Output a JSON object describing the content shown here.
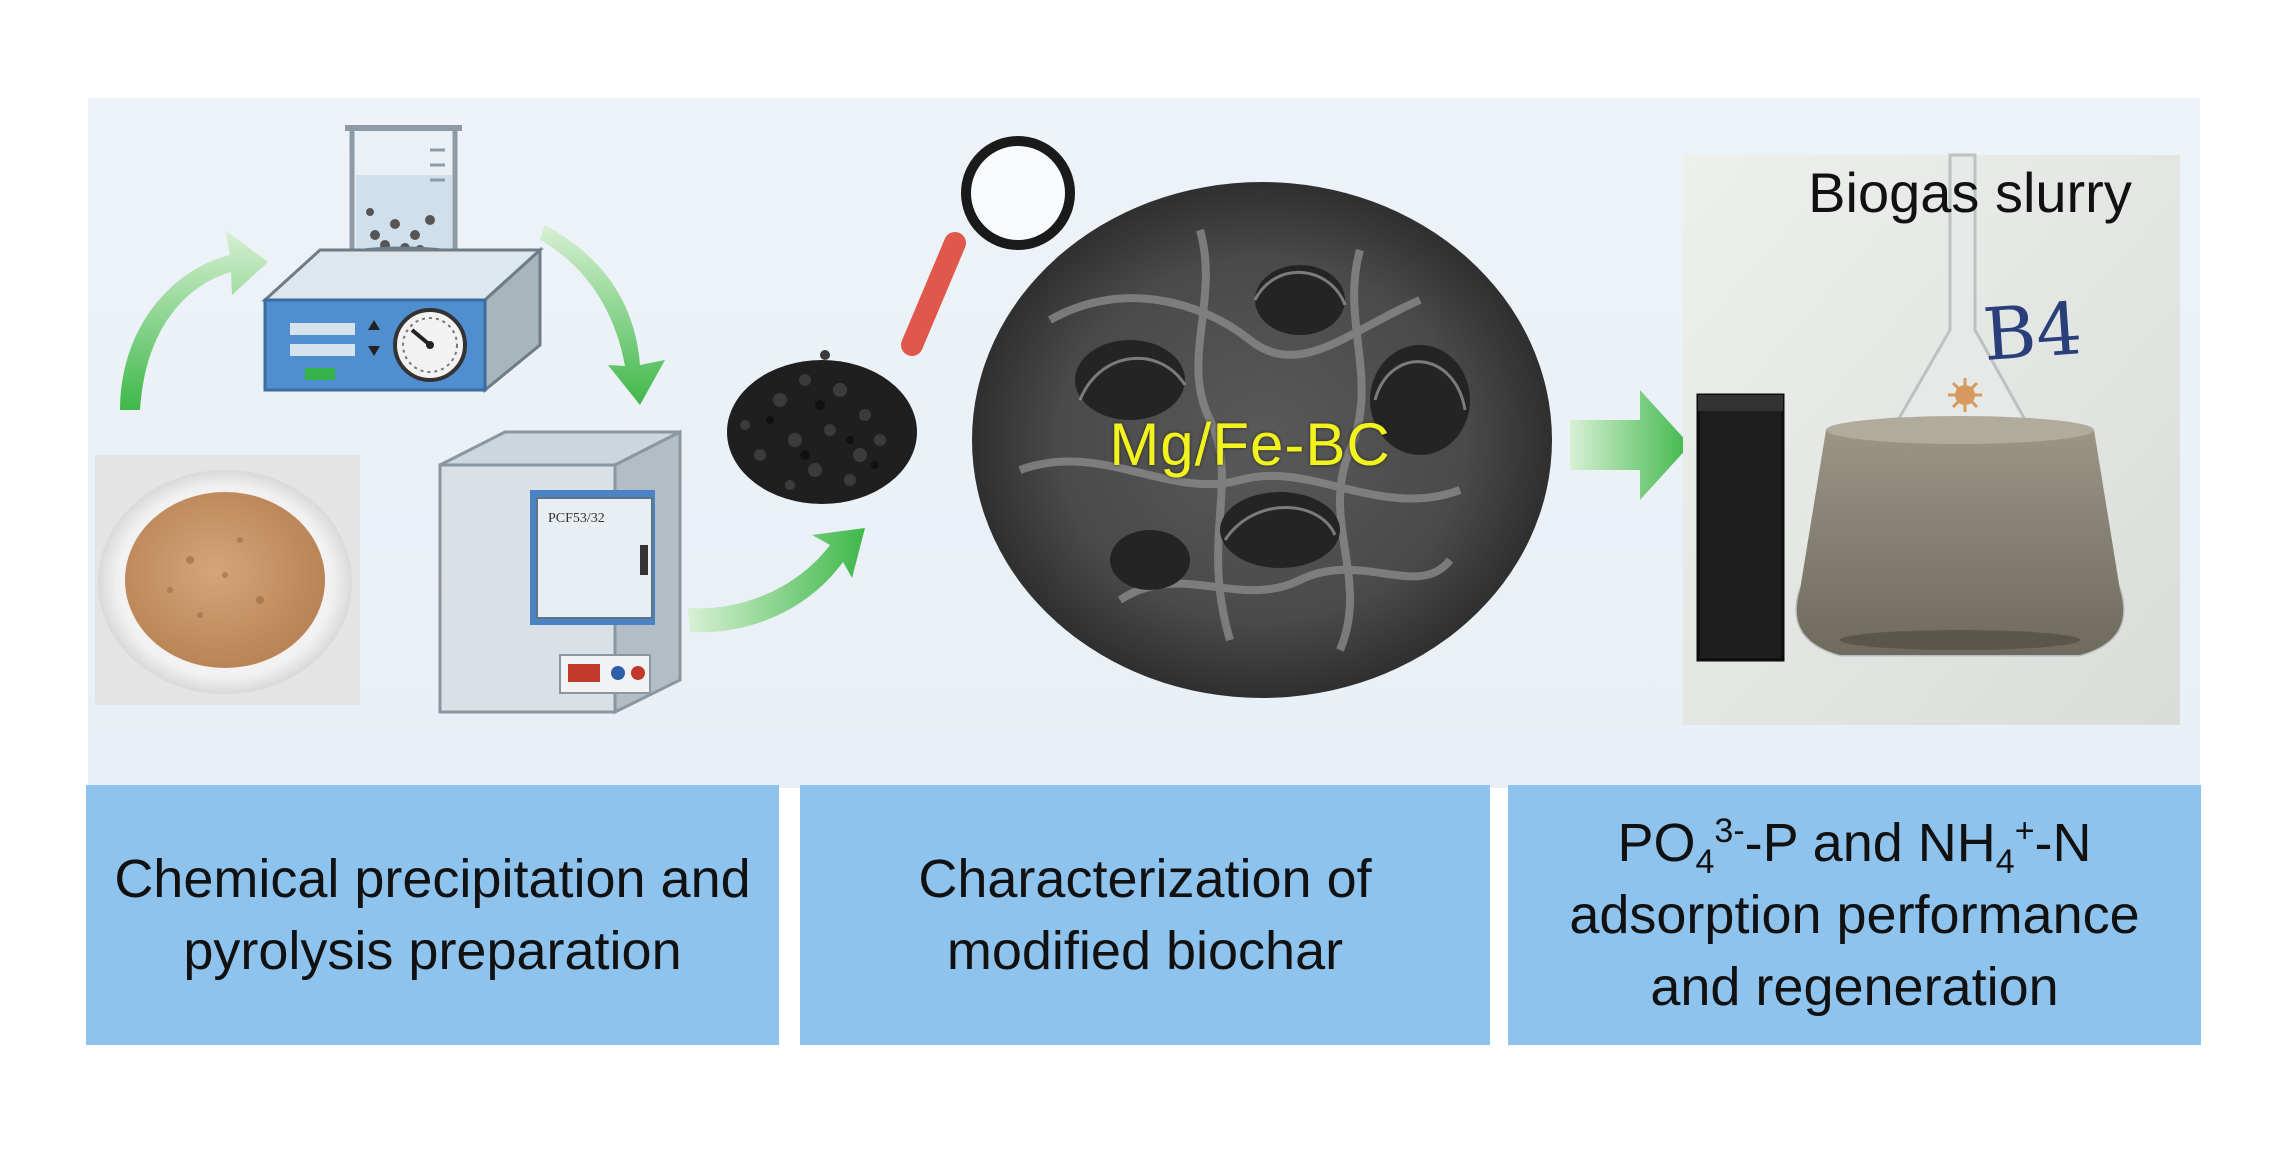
{
  "sem_label": "Mg/Fe-BC",
  "slurry_label": "Biogas slurry",
  "flask_mark": "B4",
  "furnace_label": "PCF53/32",
  "steps": [
    {
      "lines": [
        "Chemical precipitation and",
        "pyrolysis preparation"
      ]
    },
    {
      "lines": [
        "Characterization of",
        "modified biochar"
      ]
    },
    {
      "lines_html": [
        "PO<sub>4</sub><sup>3-</sup>-P and NH<sub>4</sub><sup>+</sup>-N",
        "adsorption performance",
        "and regeneration"
      ]
    }
  ],
  "colors": {
    "arrow_green": "#5cc356",
    "box_blue": "#8ec3ee",
    "sem_label": "#f2f21e",
    "magnifier_handle": "#e0574b"
  }
}
